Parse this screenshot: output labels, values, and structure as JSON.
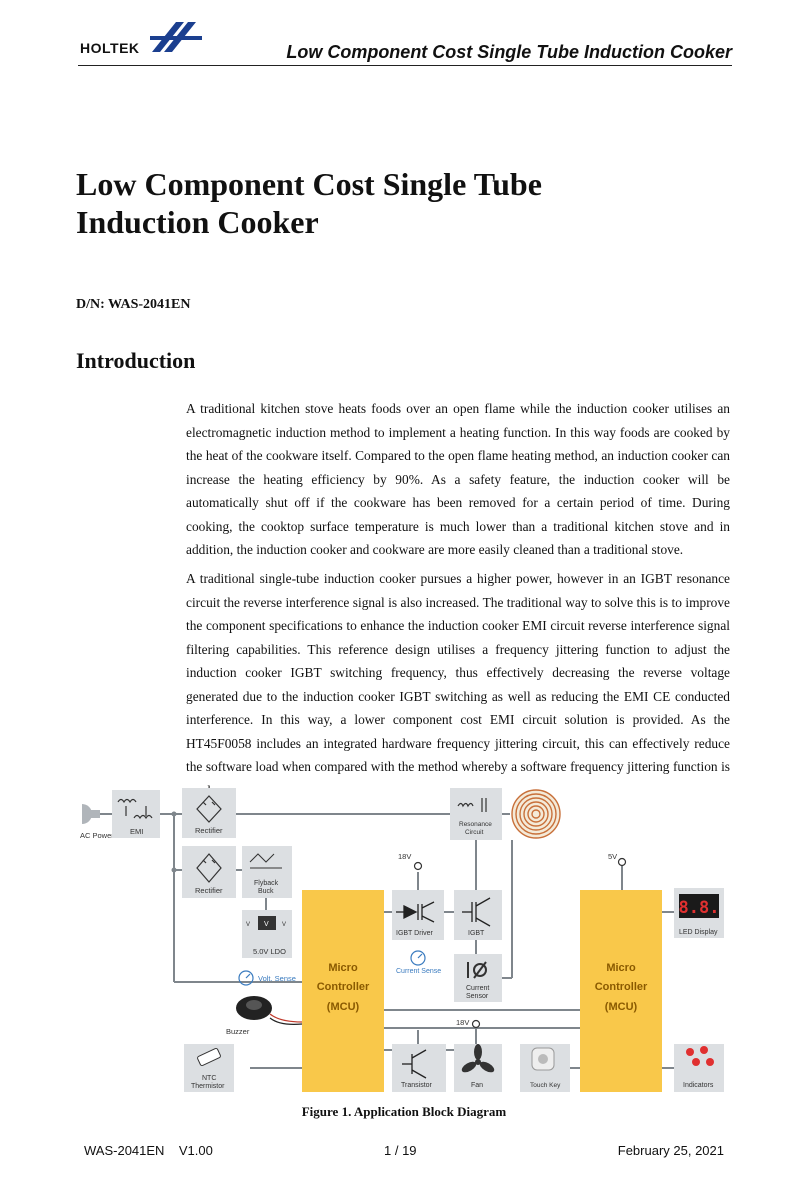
{
  "header": {
    "logo_text": "HOLTEK",
    "title": "Low Component Cost Single Tube Induction Cooker"
  },
  "document": {
    "title_line1": "Low Component Cost Single Tube",
    "title_line2": "Induction Cooker",
    "dn_label": "D/N: WAS-2041EN",
    "section_heading": "Introduction",
    "paragraphs": [
      "A traditional kitchen stove heats foods over an open flame while the induction cooker utilises an electromagnetic induction method to implement a heating function. In this way foods are cooked by the heat of the cookware itself. Compared to the open flame heating method, an induction cooker can increase the heating efficiency by 90%. As a safety feature, the induction cooker will be automatically shut off if the cookware has been removed for a certain period of time. During cooking, the cooktop surface temperature is much lower than a traditional kitchen stove and in addition, the induction cooker and cookware are more easily cleaned than a traditional stove.",
      "A traditional single-tube induction cooker pursues a higher power, however in an IGBT resonance circuit the reverse interference signal is also increased. The traditional way to solve this is to improve the component specifications to enhance the induction cooker EMI circuit reverse interference signal filtering capabilities. This reference design utilises a frequency jittering function to adjust the induction cooker IGBT switching frequency, thus effectively decreasing the reverse voltage generated due to the induction cooker IGBT switching as well as reducing the EMI CE conducted interference. In this way, a lower component cost EMI circuit solution is provided. As the HT45F0058 includes an integrated hardware frequency jittering circuit, this can effectively reduce the software load when compared with the method whereby a software frequency jittering function is used."
    ]
  },
  "diagram": {
    "labels": {
      "ac_power": "AC Power",
      "emi": "EMI",
      "rectifier1": "Rectifier",
      "rectifier2": "Rectifier",
      "flyback_line1": "Flyback",
      "flyback_line2": "Buck",
      "ldo": "5.0V LDO",
      "ldo_vin": "V",
      "ldo_vout": "V",
      "ldo_chip": "V",
      "resonance_line1": "Resonance",
      "resonance_line2": "Circuit",
      "v18_top": "18V",
      "v5": "5V",
      "v18_bottom": "18V",
      "mcu1_line1": "Micro",
      "mcu1_line2": "Controller",
      "mcu1_line3": "(MCU)",
      "mcu2_line1": "Micro",
      "mcu2_line2": "Controller",
      "mcu2_line3": "(MCU)",
      "igbt_driver": "IGBT Driver",
      "igbt": "IGBT",
      "current_sense": "Current Sense",
      "current_sensor_line1": "Current",
      "current_sensor_line2": "Sensor",
      "volt_sense": "Volt. Sense",
      "buzzer": "Buzzer",
      "ntc_line1": "NTC",
      "ntc_line2": "Thermistor",
      "transistor": "Transistor",
      "fan": "Fan",
      "touch_key": "Touch Key",
      "led_display": "LED Display",
      "led_digits": "8.8.",
      "indicators": "Indicators"
    },
    "colors": {
      "block_bg": "#dcdfe2",
      "mcu_fill": "#f9c84a",
      "mcu_text": "#8a5a00",
      "wire": "#7f868c",
      "accent_blue": "#3a7bbf",
      "coil": "#c8703a",
      "led_red": "#e03030"
    }
  },
  "figure": {
    "caption": "Figure 1. Application Block Diagram"
  },
  "footer": {
    "doc_version": "WAS-2041EN    V1.00",
    "page": "1 / 19",
    "date": "February 25, 2021"
  }
}
